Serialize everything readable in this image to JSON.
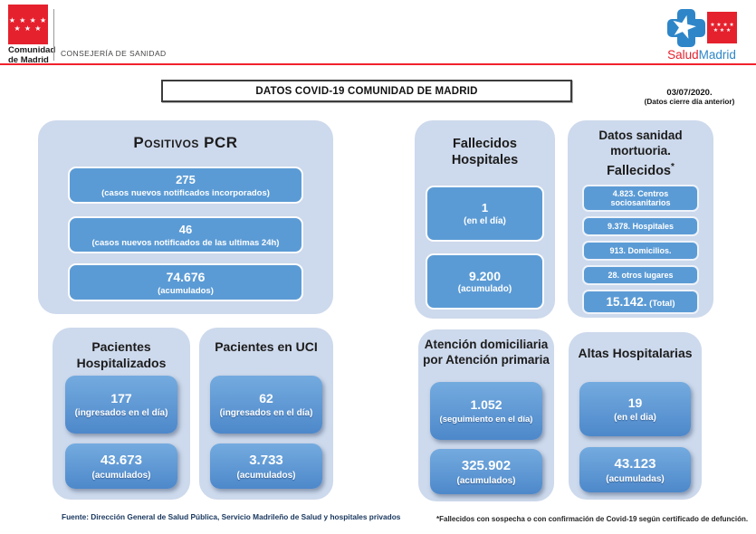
{
  "header": {
    "cam_logo": {
      "stars_row1": "★ ★ ★ ★",
      "stars_row2": "★ ★ ★",
      "name_line1": "Comunidad",
      "name_line2": "de Madrid",
      "department": "CONSEJERÍA DE SANIDAD"
    },
    "salud_logo": {
      "star": "★",
      "flag_stars_row1": "★ ★ ★ ★",
      "flag_stars_row2": "★ ★ ★",
      "salud": "Salud",
      "madrid": "Madrid"
    },
    "title": "DATOS COVID-19 COMUNIDAD DE MADRID",
    "date": "03/07/2020.",
    "date_note": "(Datos cierre día anterior)"
  },
  "panels": {
    "positivos_pcr": {
      "title": "Positivos PCR",
      "boxes": [
        {
          "value": "275",
          "label": "(casos nuevos notificados incorporados)"
        },
        {
          "value": "46",
          "label": "(casos nuevos notificados de las ultimas 24h)"
        },
        {
          "value": "74.676",
          "label": "(acumulados)"
        }
      ]
    },
    "fallecidos_hospitales": {
      "title": "Fallecidos Hospitales",
      "boxes": [
        {
          "value": "1",
          "label": "(en el día)"
        },
        {
          "value": "9.200",
          "label": "(acumulado)"
        }
      ]
    },
    "sanidad_mortuoria": {
      "title": "Datos sanidad mortuoria.",
      "subtitle": "Fallecidos",
      "subtitle_asterisk": "*",
      "items": [
        {
          "label": "4.823. Centros sociosanitarios"
        },
        {
          "label": "9.378. Hospitales"
        },
        {
          "label": "913. Domicilios."
        },
        {
          "label": "28. otros lugares"
        }
      ],
      "total_value": "15.142.",
      "total_label": " (Total)"
    },
    "pacientes_hospitalizados": {
      "title": "Pacientes Hospitalizados",
      "boxes": [
        {
          "value": "177",
          "label": "(ingresados en el día)"
        },
        {
          "value": "43.673",
          "label": "(acumulados)"
        }
      ]
    },
    "pacientes_uci": {
      "title": "Pacientes en UCI",
      "boxes": [
        {
          "value": "62",
          "label": "(ingresados en el día)"
        },
        {
          "value": "3.733",
          "label": "(acumulados)"
        }
      ]
    },
    "atencion_domiciliaria": {
      "title": "Atención domiciliaria por Atención primaria",
      "boxes": [
        {
          "value": "1.052",
          "label": "(seguimiento en el día)"
        },
        {
          "value": "325.902",
          "label": "(acumulados)"
        }
      ]
    },
    "altas_hospitalarias": {
      "title": "Altas Hospitalarias",
      "boxes": [
        {
          "value": "19",
          "label": "(en el dia)"
        },
        {
          "value": "43.123",
          "label": "(acumuladas)"
        }
      ]
    }
  },
  "footer": {
    "source": "Fuente: Dirección General de Salud Pública, Servicio Madrileño de Salud y hospitales privados",
    "footnote": "*Fallecidos con sospecha o con confirmación de Covid-19 según certificado de defunción."
  },
  "colors": {
    "accent_blue": "#5b9bd5",
    "panel_blue": "#cdd9ec",
    "brand_red": "#e5212e",
    "logo_blue": "#2e86c8"
  }
}
